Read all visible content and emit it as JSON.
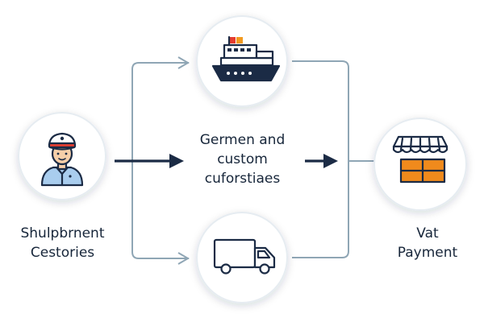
{
  "nodes": {
    "source": {
      "icon": "customs-officer-icon",
      "label_lines": [
        "Shulpbrnent",
        "Cestories"
      ]
    },
    "sea": {
      "icon": "cargo-ship-icon"
    },
    "customs": {
      "label_lines": [
        "Germen and",
        "custom",
        "cuforstiaes"
      ]
    },
    "road": {
      "icon": "delivery-truck-icon"
    },
    "destination": {
      "icon": "storefront-icon",
      "label_lines": [
        "Vat",
        "Payment"
      ]
    }
  },
  "colors": {
    "navy": "#1b2b45",
    "connector": "#8fa6b5",
    "circle_border": "#e6ecf1",
    "flag_red": "#e53d2f",
    "flag_orange": "#f29a1f",
    "officer_shirt": "#a9cdee",
    "skin": "#f6cfa9",
    "crate_orange": "#f08a1c"
  }
}
